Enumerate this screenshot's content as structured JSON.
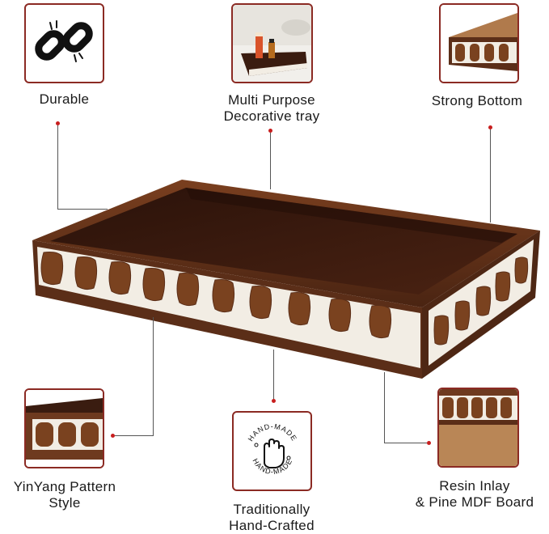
{
  "callouts": {
    "durable": "Durable",
    "multi_purpose_line1": "Multi Purpose",
    "multi_purpose_line2": "Decorative tray",
    "strong_bottom": "Strong Bottom",
    "pattern_line1": "YinYang Pattern",
    "pattern_line2": "Style",
    "handcrafted_line1": "Traditionally",
    "handcrafted_line2": "Hand-Crafted",
    "resin_line1": "Resin Inlay",
    "resin_line2": "& Pine MDF Board"
  },
  "badge": {
    "top_text": "HAND-MADE",
    "bottom_text": "HAND-MADE"
  },
  "colors": {
    "accent": "#8b2a23",
    "dot": "#c81e1e",
    "wood_dark": "#3a1c10",
    "wood_mid": "#6e3a1f",
    "inlay": "#f2ede4"
  }
}
